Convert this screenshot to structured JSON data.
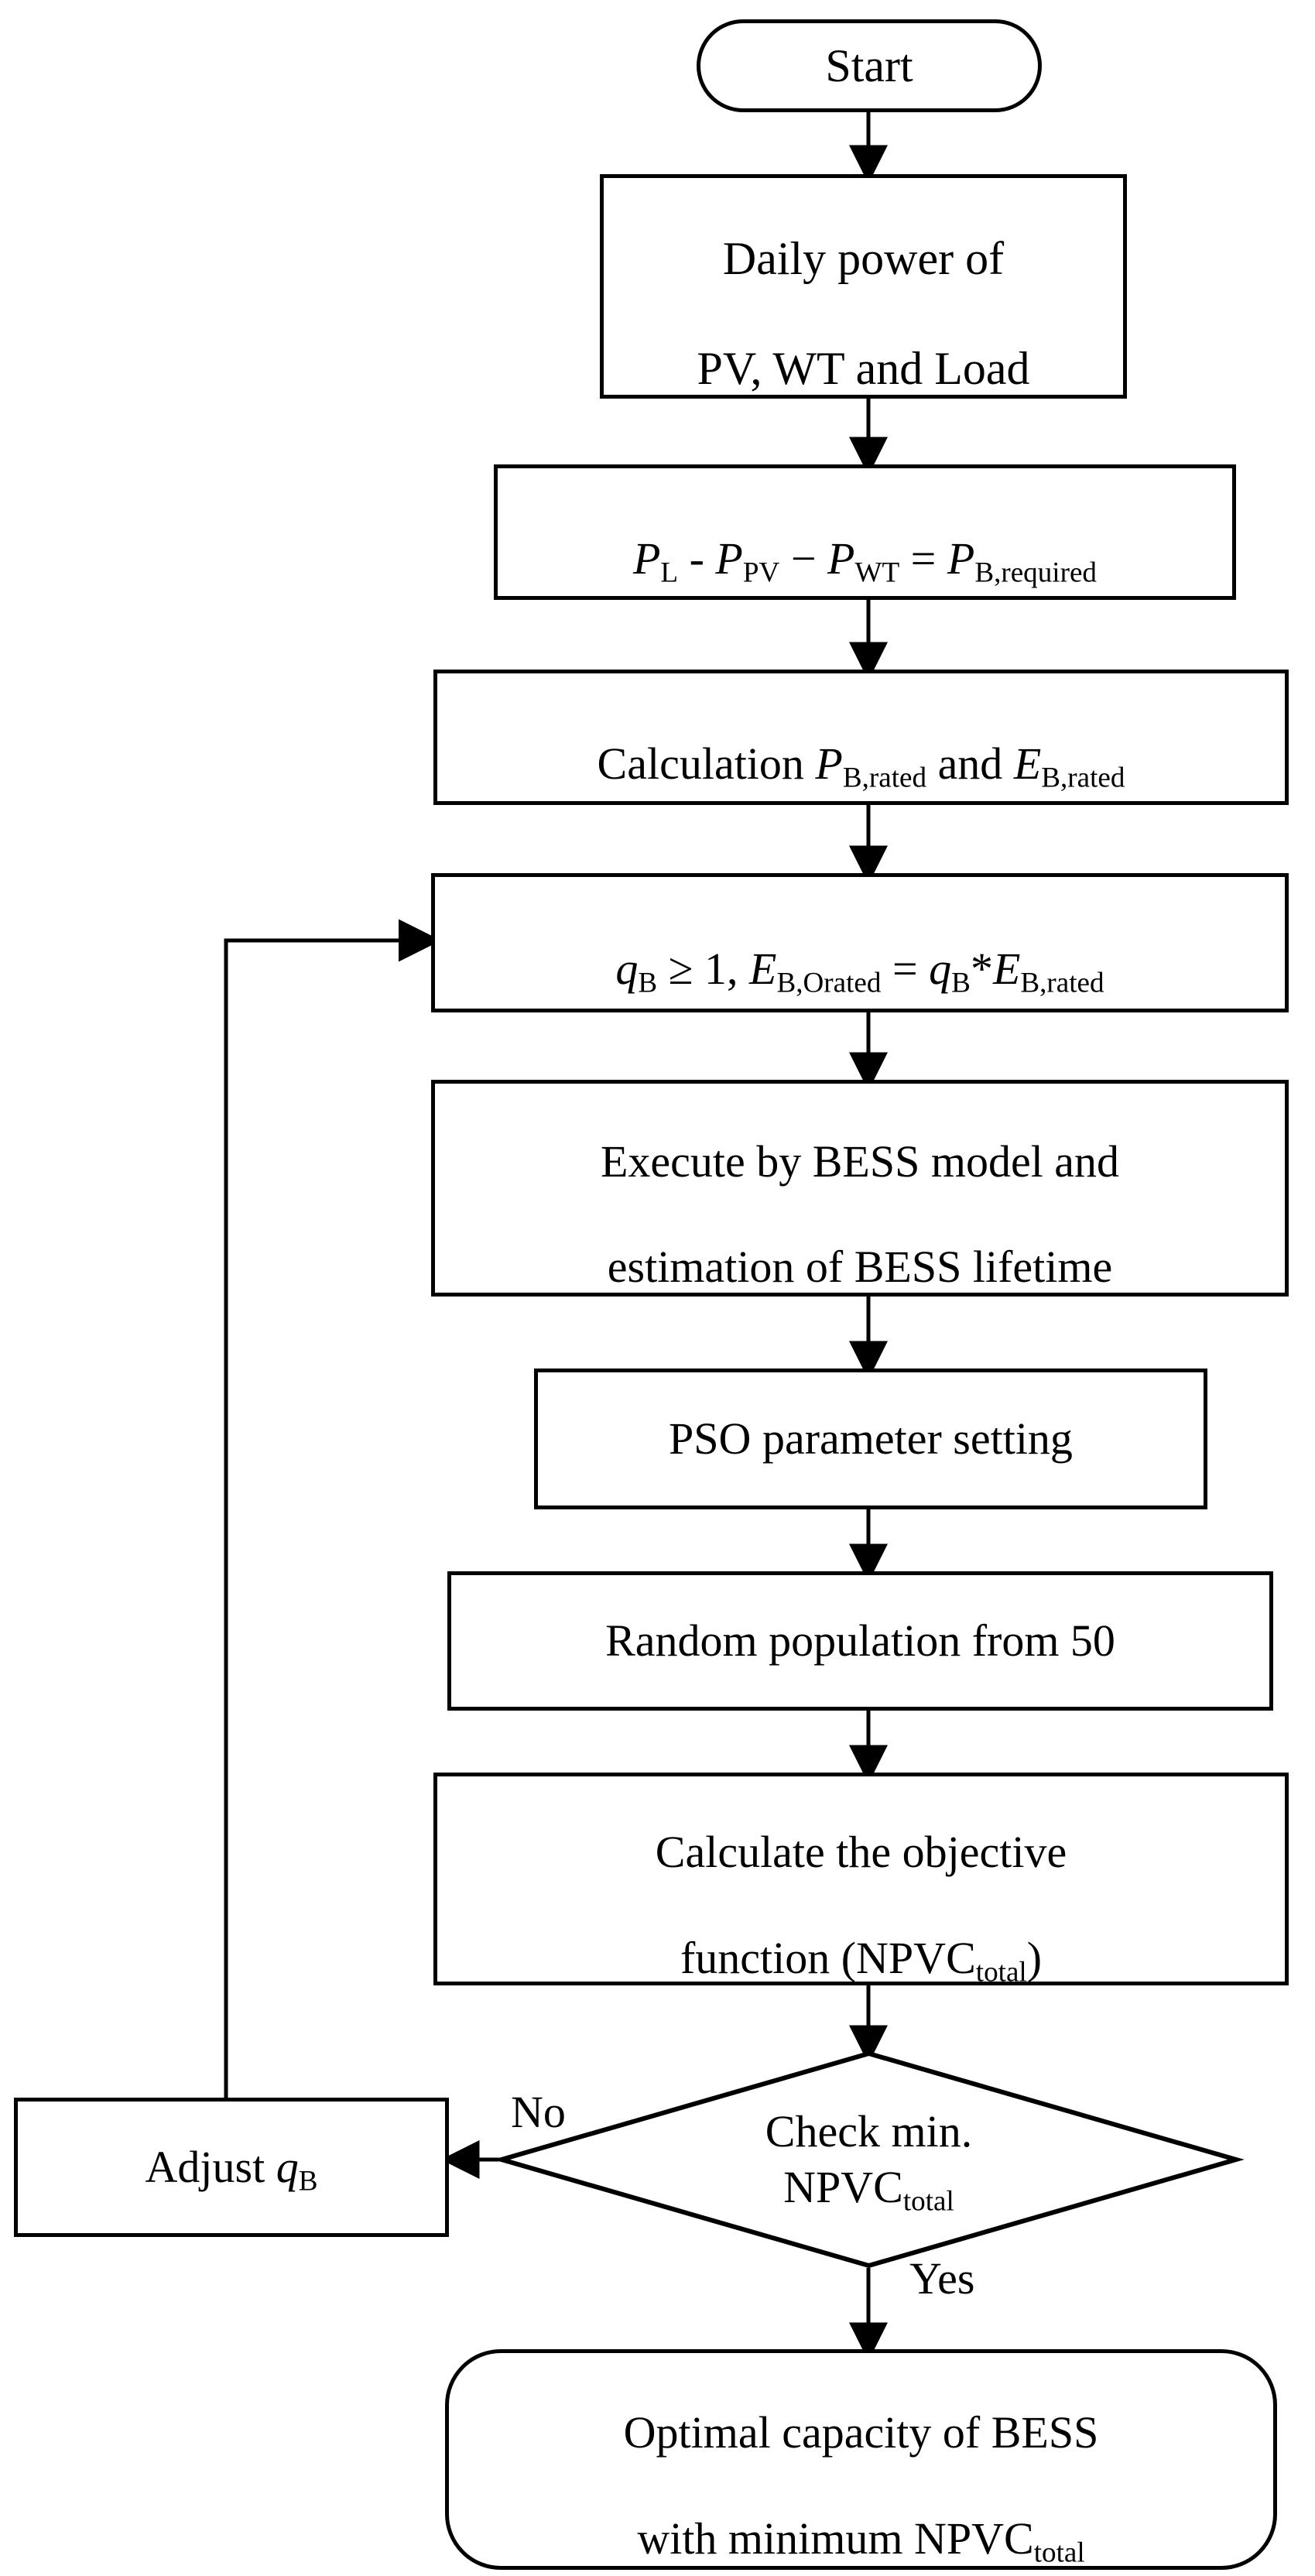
{
  "diagram": {
    "type": "flowchart",
    "title": "BESS optimal capacity sizing flowchart",
    "stroke_color": "#000000",
    "fill_color": "#ffffff"
  },
  "nodes": {
    "start": {
      "label": "Start",
      "shape": "terminator"
    },
    "daily_power": {
      "line1": "Daily power of",
      "line2": "PV, WT and Load",
      "shape": "process"
    },
    "power_balance": {
      "shape": "process",
      "equation": "P_L - P_PV − P_WT = P_B,required"
    },
    "calculation_rated": {
      "shape": "process",
      "equation": "Calculation P_B,rated and E_B,rated"
    },
    "q_b_init": {
      "shape": "process",
      "equation": "q_B ≥ 1, E_B,Orated = q_B*E_B,rated"
    },
    "execute_bess": {
      "line1": "Execute by BESS model and",
      "line2": "estimation of BESS lifetime",
      "shape": "process"
    },
    "pso_setting": {
      "label": "PSO parameter setting",
      "shape": "process"
    },
    "random_population": {
      "label": "Random population from 50",
      "shape": "process"
    },
    "objective_function": {
      "line1": "Calculate the objective",
      "line2_pre": "function (NPVC",
      "line2_sub": "total",
      "line2_post": ")",
      "shape": "process"
    },
    "check_min": {
      "line1": "Check min.",
      "line2_pre": "NPVC",
      "line2_sub": "total",
      "shape": "decision"
    },
    "adjust_q": {
      "label_pre": "Adjust ",
      "label_var": "q",
      "label_sub": "B",
      "shape": "process"
    },
    "optimal_capacity": {
      "line1": "Optimal capacity of BESS",
      "line2_pre": "with minimum NPVC",
      "line2_sub": "total",
      "shape": "terminator"
    }
  },
  "edge_labels": {
    "no": "No",
    "yes": "Yes"
  },
  "equations": {
    "power_balance": {
      "p1": "P",
      "p1_sub": "L",
      "op1": " - ",
      "p2": "P",
      "p2_sub": "PV",
      "op2": " − ",
      "p3": "P",
      "p3_sub": "WT",
      "op3": " = ",
      "p4": "P",
      "p4_sub": "B,required"
    },
    "calculation_rated": {
      "word1": "Calculation ",
      "p1": "P",
      "p1_sub": "B,rated",
      "word2": " and ",
      "e1": "E",
      "e1_sub": "B,rated"
    },
    "q_b_init": {
      "q1": "q",
      "q1_sub": "B",
      "op1": " ≥ 1, ",
      "e1": "E",
      "e1_sub": "B,Orated",
      "op2": " = ",
      "q2": "q",
      "q2_sub": "B",
      "op3": "*",
      "e2": "E",
      "e2_sub": "B,rated"
    }
  }
}
